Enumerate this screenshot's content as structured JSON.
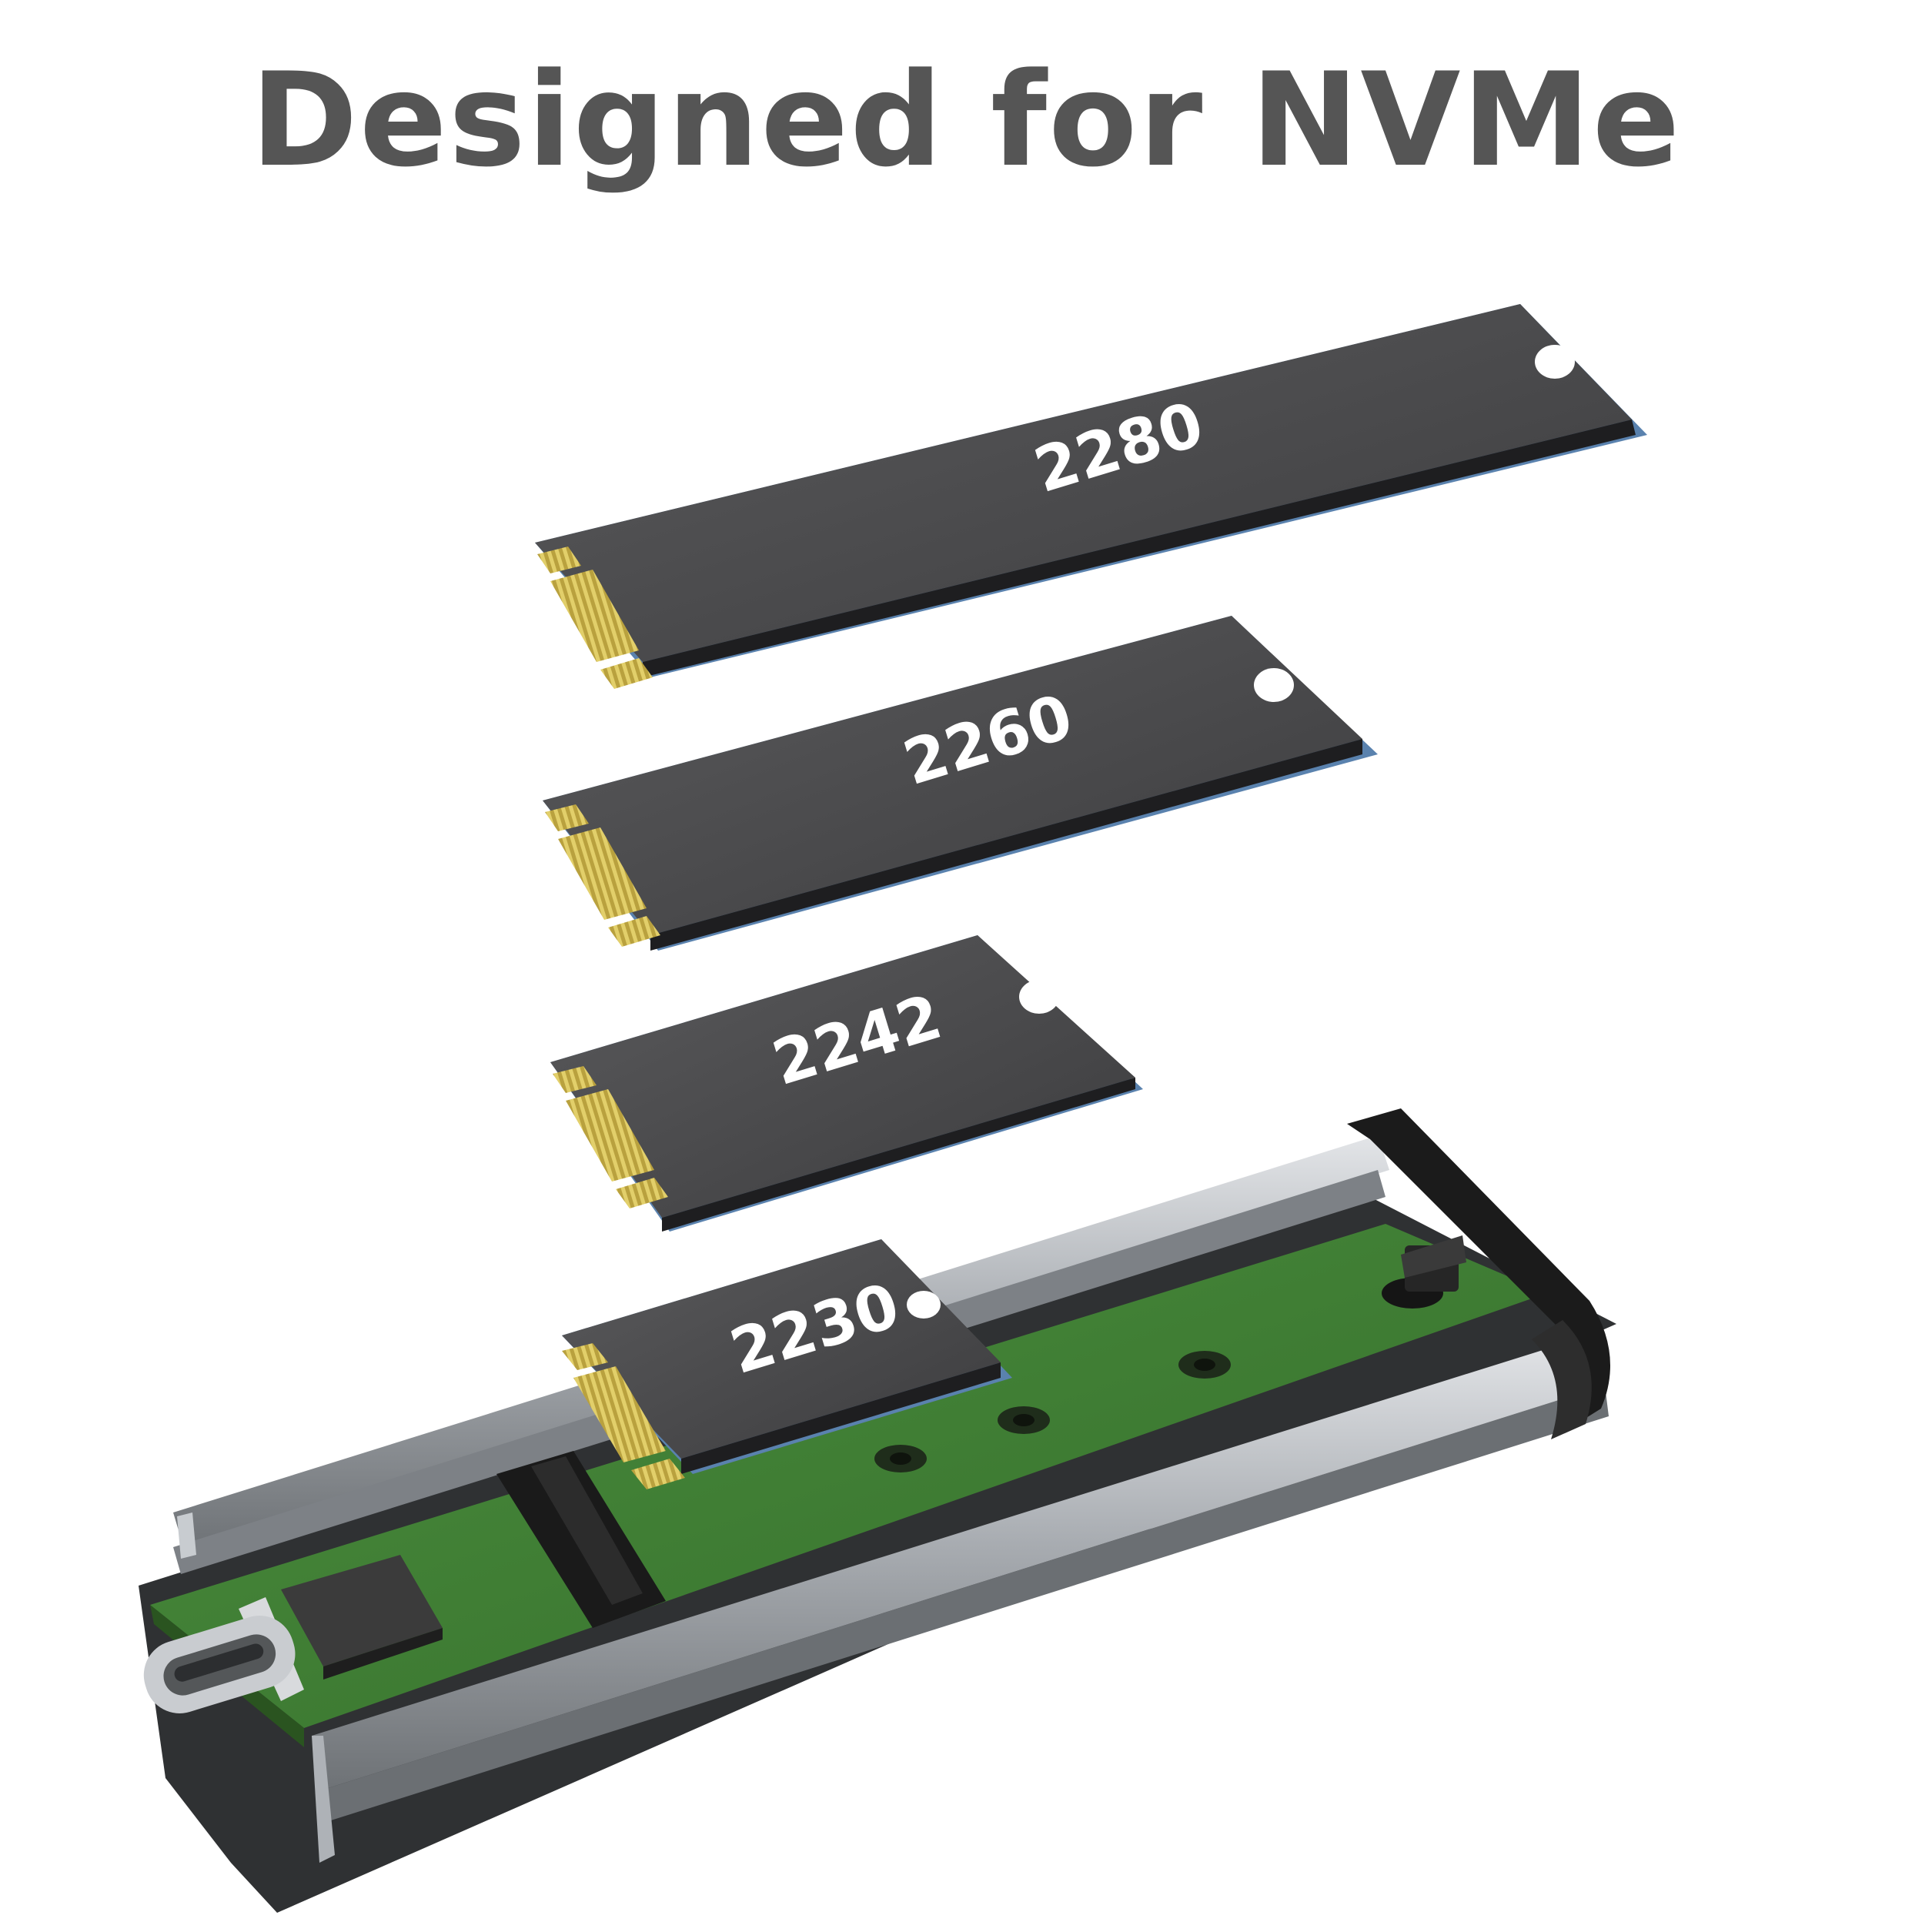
{
  "headline": "Designed for NVMe",
  "ssds": [
    {
      "label": "2280"
    },
    {
      "label": "2260"
    },
    {
      "label": "2242"
    },
    {
      "label": "2230"
    }
  ],
  "colors": {
    "headline": "#555555",
    "ssd_top": "#4b4b4d",
    "ssd_side": "#1e1e20",
    "pcb_edge": "#5a82ae",
    "gold_contacts": "#c9b24a",
    "enclosure_pcb": "#3f7f34",
    "aluminum_rail": "#b8bcc1",
    "end_cap": "#1c1c1c"
  },
  "icons": [
    "usb-c-connector-icon",
    "controller-chip-icon",
    "m2-slot-icon"
  ]
}
